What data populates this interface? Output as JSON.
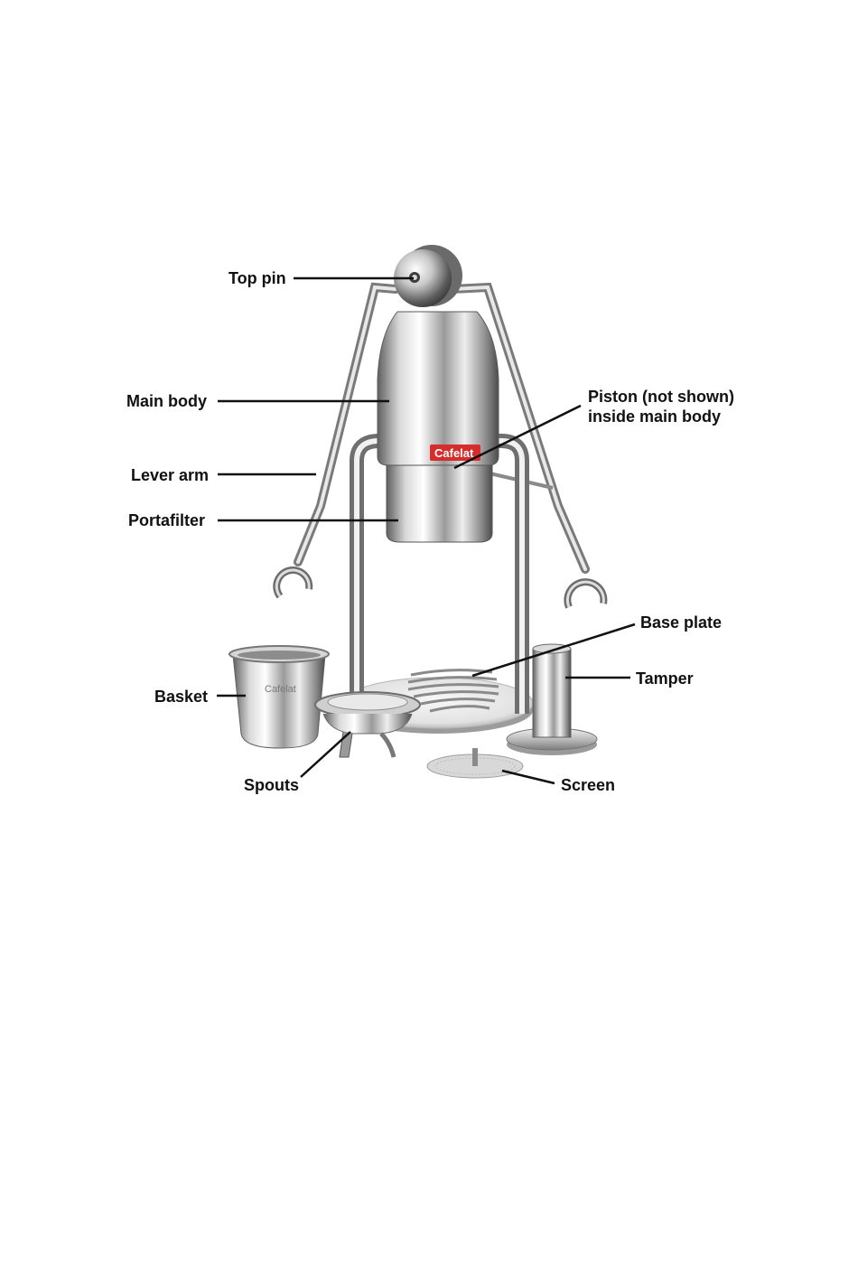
{
  "labels": {
    "top_pin": "Top pin",
    "main_body": "Main body",
    "lever_arm": "Lever arm",
    "portafilter": "Portafilter",
    "piston_line1": "Piston (not shown)",
    "piston_line2": "inside main body",
    "base_plate": "Base plate",
    "tamper": "Tamper",
    "basket": "Basket",
    "spouts": "Spouts",
    "screen": "Screen"
  },
  "product_marks": {
    "body_brand": "Cafelat",
    "basket_brand": "Cafelat"
  },
  "colors": {
    "background": "#ffffff",
    "text": "#111111",
    "leader_line": "#111111",
    "steel_light": "#f4f4f4",
    "steel_mid": "#bdbdbd",
    "steel_dark": "#6e6e6e",
    "brand_red": "#d62c2c"
  }
}
